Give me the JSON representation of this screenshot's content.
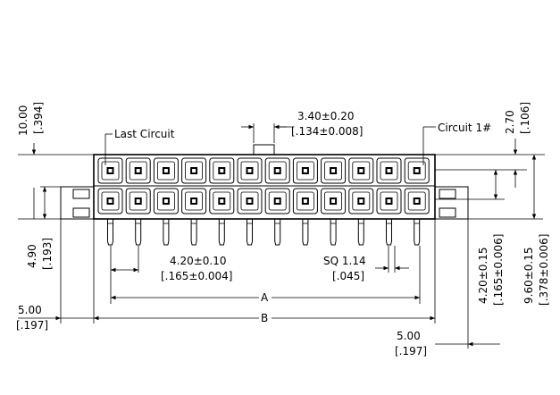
{
  "labels": {
    "last_circuit": "Last Circuit",
    "circuit_one": "Circuit 1#"
  },
  "dimensions": {
    "overall_height": {
      "mm": "10.00",
      "inch": "[.394]"
    },
    "top_offset": {
      "mm": "2.70",
      "inch": "[.106]"
    },
    "key_width": {
      "mm": "3.40±0.20",
      "inch": "[.134±0.008]"
    },
    "lower_height": {
      "mm": "4.90",
      "inch": "[.193]"
    },
    "pitch": {
      "mm": "4.20±0.10",
      "inch": "[.165±0.004]"
    },
    "pin_square": {
      "mm": "SQ 1.14",
      "inch": "[.045]"
    },
    "row_pitch": {
      "mm": "4.20±0.15",
      "inch": "[.165±0.006]"
    },
    "body_height": {
      "mm": "9.60±0.15",
      "inch": "[.378±0.006]"
    },
    "flange_left": {
      "mm": "5.00",
      "inch": "[.197]"
    },
    "flange_right": {
      "mm": "5.00",
      "inch": "[.197]"
    },
    "dim_a": "A",
    "dim_b": "B"
  },
  "connector": {
    "columns": 12,
    "rows": 2
  }
}
